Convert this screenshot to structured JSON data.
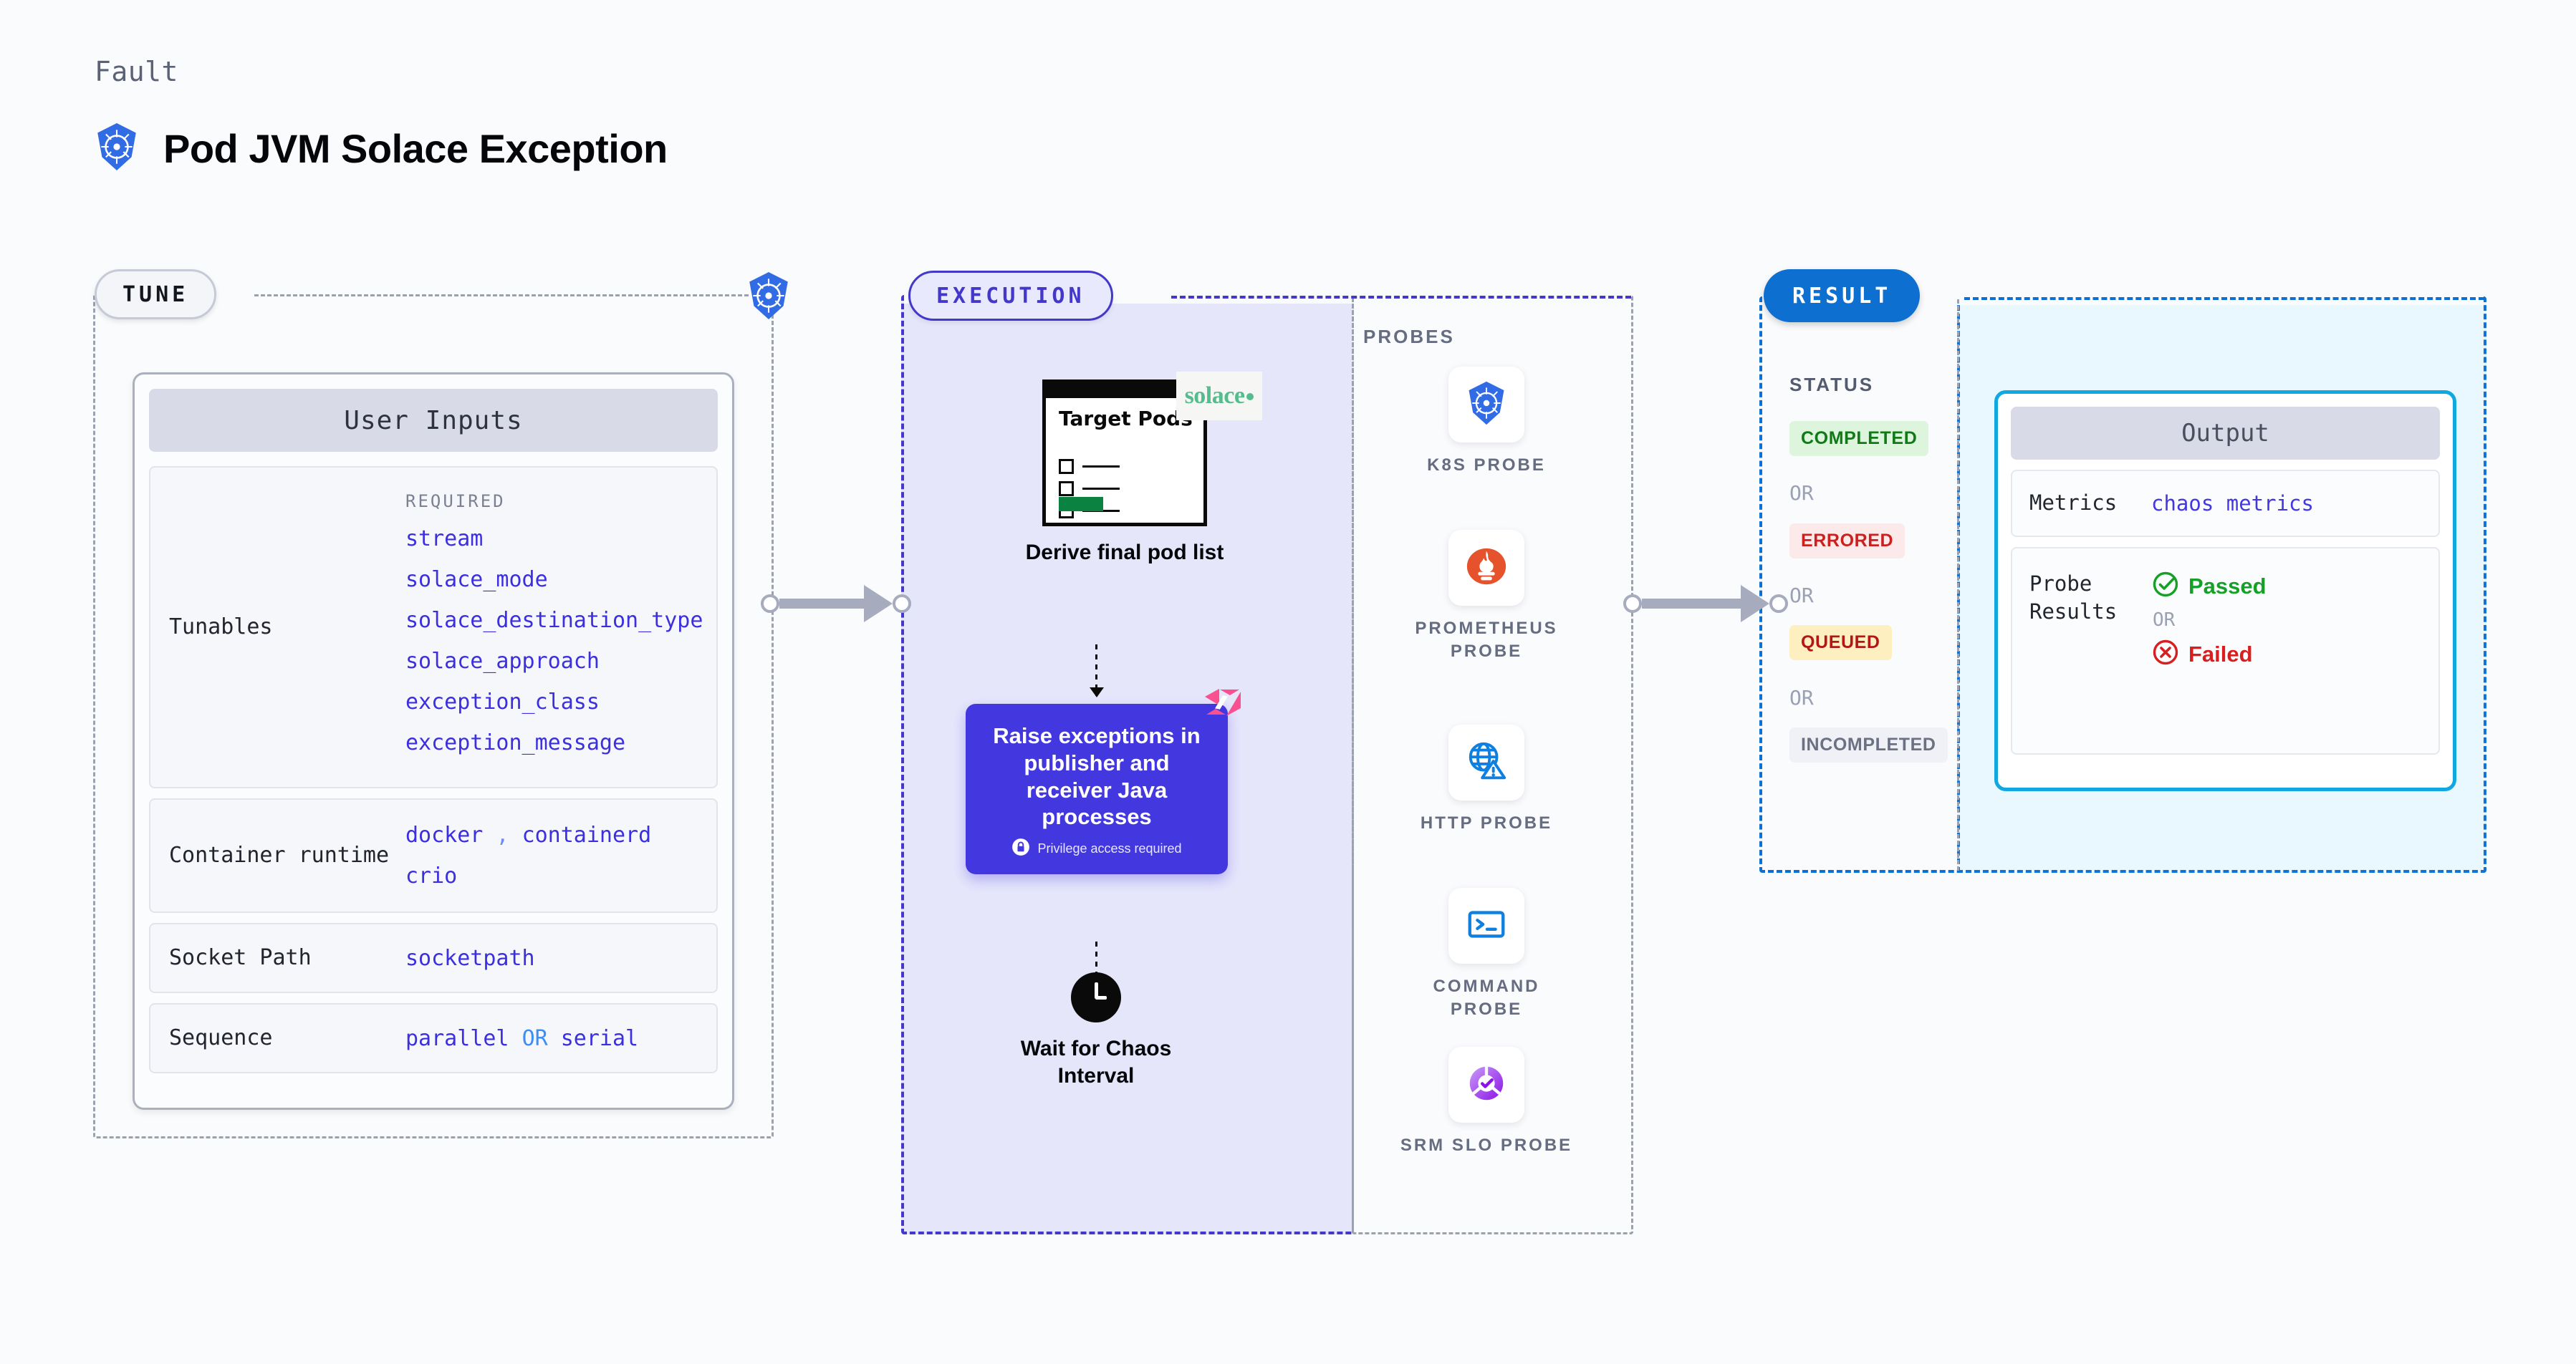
{
  "header": {
    "eyebrow": "Fault",
    "title": "Pod JVM Solace Exception",
    "icon": "kubernetes-icon"
  },
  "tune": {
    "pill_label": "TUNE",
    "badge_icon": "kubernetes-icon",
    "card_title": "User Inputs",
    "rows": [
      {
        "label": "Tunables",
        "caption": "REQUIRED",
        "values": [
          "stream",
          "solace_mode",
          "solace_destination_type",
          "solace_approach",
          "exception_class",
          "exception_message"
        ]
      },
      {
        "label": "Container runtime",
        "values": [
          "docker",
          "containerd",
          "crio"
        ],
        "separator": ","
      },
      {
        "label": "Socket Path",
        "values": [
          "socketpath"
        ]
      },
      {
        "label": "Sequence",
        "values": [
          "parallel",
          "serial"
        ],
        "joiner": "OR"
      }
    ]
  },
  "execution": {
    "pill_label": "EXECUTION",
    "nodes": [
      {
        "name": "derive-pods",
        "caption": "Derive final pod list",
        "card_title": "Target Pods",
        "brand": "solace"
      },
      {
        "name": "raise-exceptions",
        "caption": "Raise exceptions in publisher and receiver Java processes",
        "privilege_note": "Privilege access required",
        "logo": "litmus-icon"
      },
      {
        "name": "wait-interval",
        "caption": "Wait for Chaos Interval",
        "icon": "clock-icon"
      }
    ],
    "probes_label": "PROBES",
    "probes": [
      {
        "label": "K8S PROBE",
        "icon": "kubernetes-icon"
      },
      {
        "label": "PROMETHEUS PROBE",
        "icon": "prometheus-icon"
      },
      {
        "label": "HTTP PROBE",
        "icon": "globe-warning-icon"
      },
      {
        "label": "COMMAND PROBE",
        "icon": "terminal-icon"
      },
      {
        "label": "SRM SLO PROBE",
        "icon": "srm-slo-icon"
      }
    ]
  },
  "result": {
    "pill_label": "RESULT",
    "status_caption": "STATUS",
    "or_label": "OR",
    "statuses": [
      {
        "label": "COMPLETED",
        "bg": "#ddf5dc",
        "fg": "#107a17"
      },
      {
        "label": "ERRORED",
        "bg": "#fce9e9",
        "fg": "#cc1f1f"
      },
      {
        "label": "QUEUED",
        "bg": "#fdefc0",
        "fg": "#b41616"
      },
      {
        "label": "INCOMPLETED",
        "bg": "#f0f1f6",
        "fg": "#6a7183"
      }
    ],
    "output": {
      "title": "Output",
      "metrics_label": "Metrics",
      "metrics_value": "chaos metrics",
      "probe_results_label": "Probe Results",
      "passed_label": "Passed",
      "failed_label": "Failed",
      "or_label": "OR"
    }
  },
  "colors": {
    "indigo": "#4338ca",
    "result_blue": "#0d6fd0",
    "output_cyan": "#11a7e0",
    "value_purple": "#3b2fe0",
    "pass_green": "#17a028",
    "fail_red": "#d81f1f"
  }
}
